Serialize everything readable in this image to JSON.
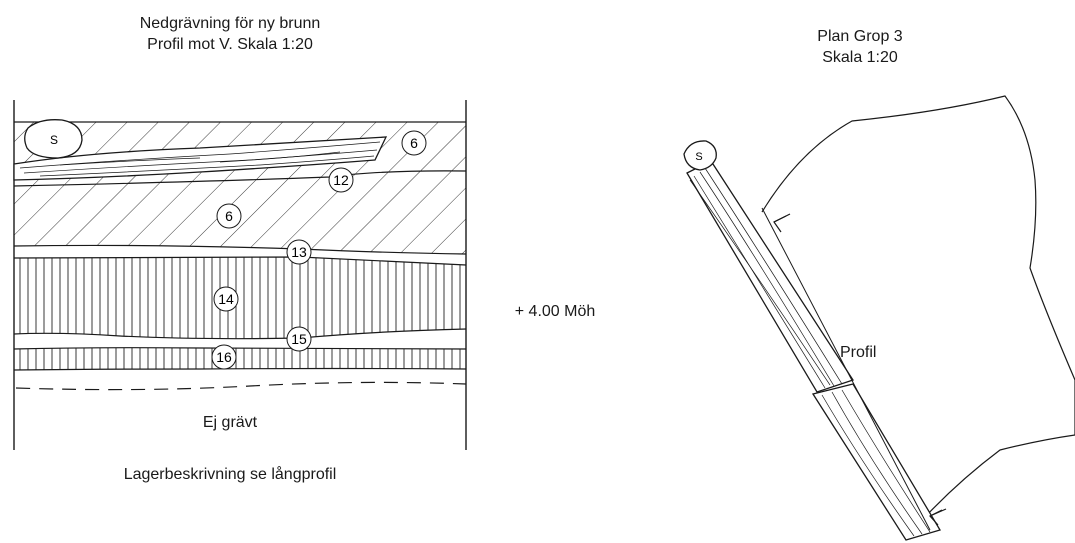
{
  "profile": {
    "title_line1": "Nedgrävning för ny brunn",
    "title_line2": "Profil mot V.  Skala 1:20",
    "stone_label": "S",
    "layer_labels": [
      "6",
      "12",
      "6",
      "13",
      "14",
      "15",
      "16"
    ],
    "elevation_label": "+ 4.00 Möh",
    "unexcavated_label": "Ej grävt",
    "caption": "Lagerbeskrivning se långprofil"
  },
  "plan": {
    "title_line1": "Plan Grop 3",
    "title_line2": "Skala 1:20",
    "stone_label": "S",
    "profile_label": "Profil"
  }
}
